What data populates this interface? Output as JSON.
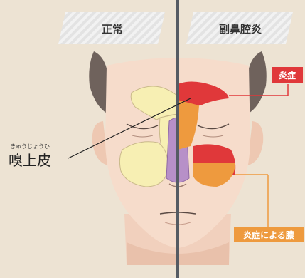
{
  "headers": {
    "normal": "正常",
    "sinusitis": "副鼻腔炎"
  },
  "labels": {
    "epithelium_ruby": "きゅうじょうひ",
    "epithelium": "嗅上皮",
    "inflammation": "炎症",
    "pus": "炎症による膿"
  },
  "colors": {
    "background": "#ede3d3",
    "skin": "#f4d8c6",
    "sinus_normal": "#f7efb3",
    "inflammation_red": "#e0383a",
    "pus_orange": "#ee9a3e",
    "nasal_passage": "#b790c8",
    "divider": "#555b63"
  }
}
